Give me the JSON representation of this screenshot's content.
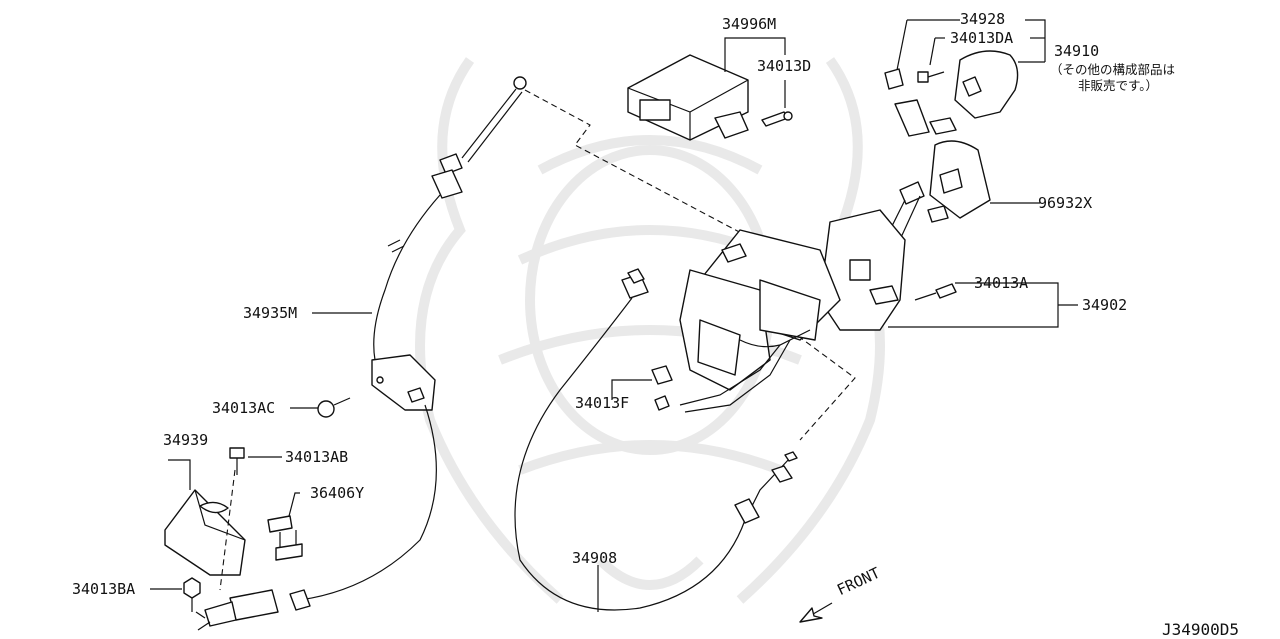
{
  "diagram": {
    "labels": {
      "p34996M": "34996M",
      "p34013D": "34013D",
      "p34928": "34928",
      "p34013DA": "34013DA",
      "p34910": "34910",
      "note_line1": "（その他の構成部品は",
      "note_line2": "非販売です。）",
      "p96932X": "96932X",
      "p34013A": "34013A",
      "p34902": "34902",
      "p34935M": "34935M",
      "p34013AC": "34013AC",
      "p34013F": "34013F",
      "p34939": "34939",
      "p34013AB": "34013AB",
      "p36406Y": "36406Y",
      "p34908": "34908",
      "p34013BA": "34013BA",
      "front": "FRONT",
      "diagram_id": "J34900D5"
    }
  }
}
